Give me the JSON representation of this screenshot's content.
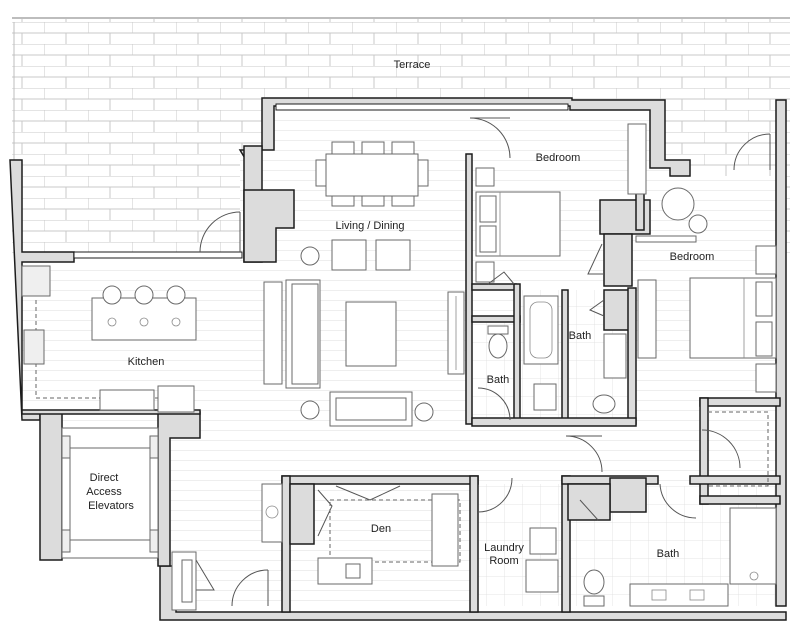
{
  "floor_plan": {
    "rooms": {
      "terrace": "Terrace",
      "living_dining": "Living / Dining",
      "bedroom_1": "Bedroom",
      "bedroom_2": "Bedroom",
      "kitchen": "Kitchen",
      "bath_1": "Bath",
      "bath_2": "Bath",
      "bath_3": "Bath",
      "den": "Den",
      "laundry_line1": "Laundry",
      "laundry_line2": "Room",
      "elevators_line1": "Direct",
      "elevators_line2": "Access",
      "elevators_line3": "Elevators"
    },
    "colors": {
      "wall": "#1c1c1c",
      "wall_fill": "#dcdcdc",
      "floor_lines": "#d4d4d4",
      "furniture": "#6a6a6a"
    }
  }
}
